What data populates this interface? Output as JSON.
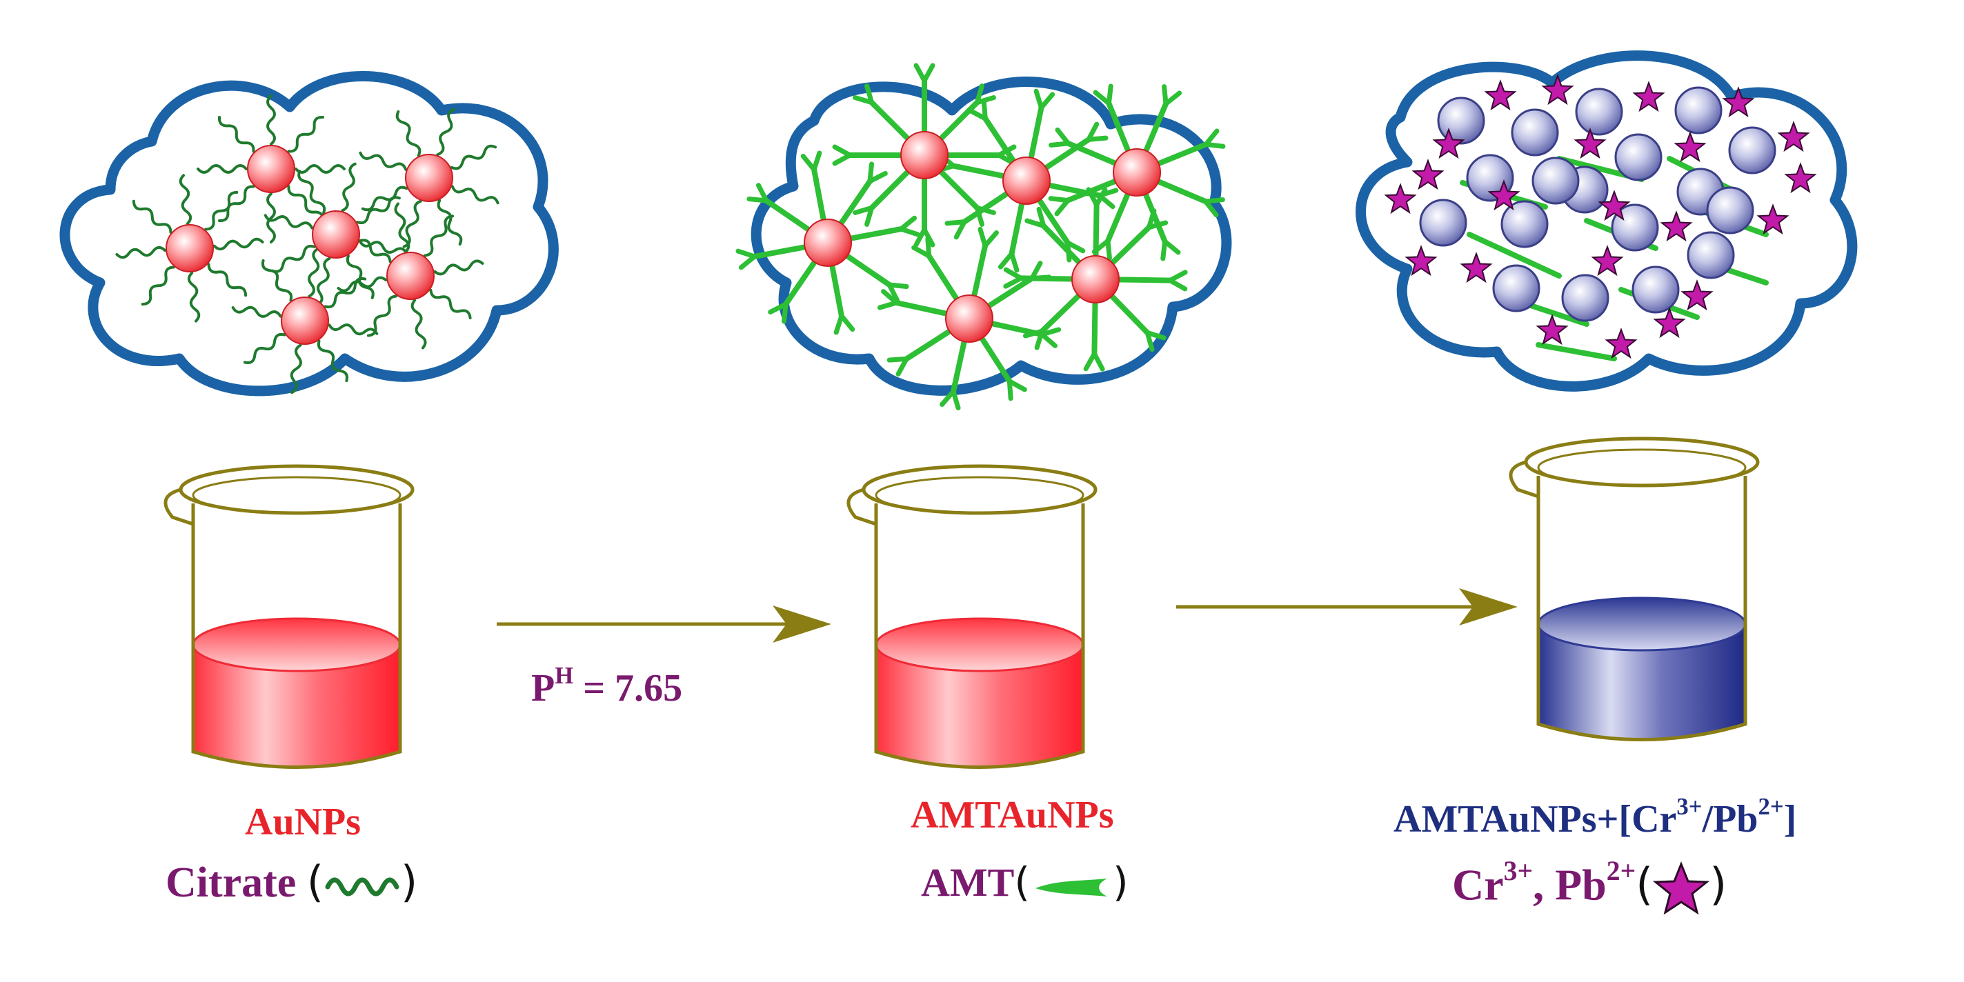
{
  "panels": [
    {
      "product_label": "AuNPs",
      "ligand_label": "Citrate",
      "ligand_symbol": "citrate-squiggle-icon",
      "liquid_color": "#ef2a36"
    },
    {
      "product_label": "AMTAuNPs",
      "ligand_label": "AMT",
      "ligand_symbol": "amt-ligand-icon",
      "liquid_color": "#ef2a36"
    },
    {
      "product_label_main": "AMTAuNPs+[Cr",
      "product_label_sup1": "3+",
      "product_label_mid": "/Pb",
      "product_label_sup2": "2+",
      "product_label_end": "]",
      "ion1_label": "Cr",
      "ion1_sup": "3+",
      "ion_separator": ", Pb",
      "ion2_sup": "2+",
      "ion_symbol": "star-icon",
      "liquid_color": "#2e3a94"
    }
  ],
  "arrow1": {
    "condition_prefix": "P",
    "condition_sup": "H",
    "condition_value": " = 7.65"
  },
  "colors": {
    "cloud_outline": "#1b63a6",
    "citrate": "#1f7a2e",
    "amt_ligand": "#2dbf34",
    "gold_np": "#e8242b",
    "aggregated_np": "#8c8fc9",
    "star": "#c21aa9",
    "arrow": "#8a7d14",
    "beaker": "#8a7d14"
  }
}
